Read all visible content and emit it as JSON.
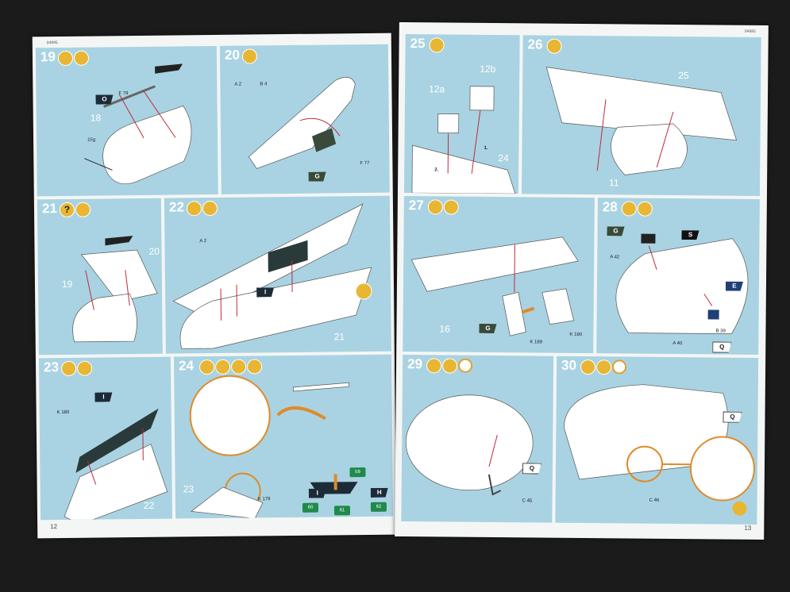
{
  "left_page": {
    "code": "04995",
    "page_number": "12"
  },
  "right_page": {
    "code": "04995",
    "page_number": "13"
  },
  "steps": {
    "s19": {
      "number": "19",
      "parts": [
        "F 79",
        "18",
        "15g",
        "O"
      ]
    },
    "s20": {
      "number": "20",
      "parts": [
        "A 2",
        "B 4",
        "G",
        "F 77"
      ]
    },
    "s21": {
      "number": "21",
      "parts": [
        "20",
        "19"
      ]
    },
    "s22": {
      "number": "22",
      "parts": [
        "A 2",
        "I",
        "21"
      ]
    },
    "s23": {
      "number": "23",
      "parts": [
        "I",
        "K 180",
        "22"
      ]
    },
    "s24": {
      "number": "24",
      "parts": [
        "23",
        "K 179",
        "I",
        "H",
        "59",
        "62",
        "60",
        "61"
      ]
    },
    "s25": {
      "number": "25",
      "parts": [
        "12b",
        "12a",
        "24",
        "1.",
        "2."
      ]
    },
    "s26": {
      "number": "26",
      "parts": [
        "25",
        "11"
      ]
    },
    "s27": {
      "number": "27",
      "parts": [
        "16",
        "G",
        "K 189",
        "K 190"
      ]
    },
    "s28": {
      "number": "28",
      "parts": [
        "G",
        "S",
        "A 42",
        "E",
        "B 39",
        "A 40",
        "Q"
      ]
    },
    "s29": {
      "number": "29",
      "parts": [
        "Q",
        "C 45"
      ]
    },
    "s30": {
      "number": "30",
      "parts": [
        "Q",
        "C 46"
      ]
    }
  },
  "colors": {
    "panel": "#a9d3e2",
    "paper": "#f4f6f5",
    "accent": "#e8b632",
    "arrow": "#c0293a",
    "background": "#1b1b1b"
  },
  "icons": [
    "glue-icon",
    "paint-icon",
    "question-icon",
    "clock-icon",
    "decal-icon"
  ]
}
